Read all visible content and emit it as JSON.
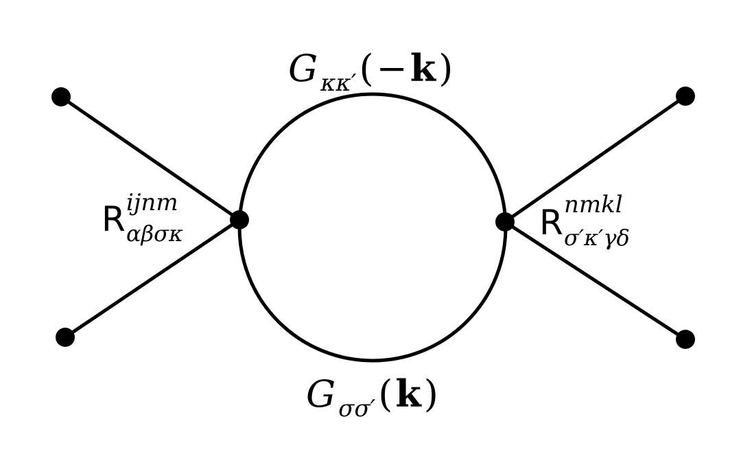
{
  "diagram": {
    "top_label": {
      "symbol": "G",
      "subscript": "κκ′",
      "open_paren": "(",
      "minus": "−",
      "vector": "k",
      "close_paren": ")"
    },
    "bottom_label": {
      "symbol": "G",
      "subscript": "σσ′",
      "open_paren": "(",
      "vector": "k",
      "close_paren": ")"
    },
    "left_vertex_label": {
      "symbol": "R",
      "superscript": "ijnm",
      "subscript": "αβσκ"
    },
    "right_vertex_label": {
      "symbol": "R",
      "superscript": "nmkl",
      "subscript": "σ′κ′γδ"
    },
    "colors": {
      "ink": "#000000",
      "background": "#ffffff"
    }
  }
}
